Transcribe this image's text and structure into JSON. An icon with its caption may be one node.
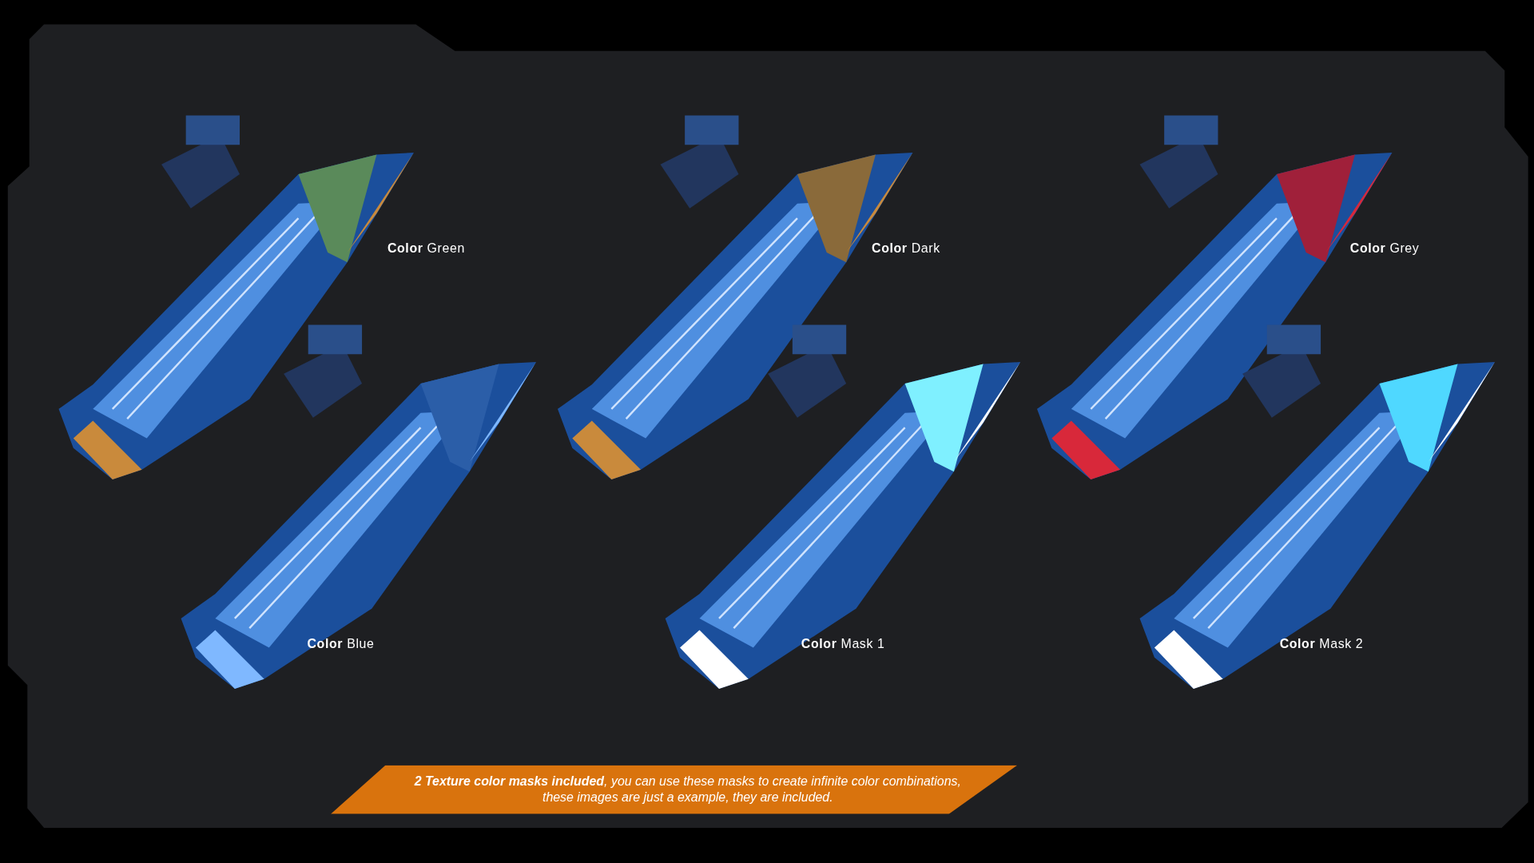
{
  "diagram": {
    "caption": "**2 Texture color masks included**, you can use these masks to create infinite color combinations, these images are just a example, they are included.",
    "labels": [
      "**Color** Green",
      "**Color** Dark",
      "**Color** Grey",
      "**Color** Blue",
      "**Color** Mask 1",
      "**Color** Mask 2"
    ]
  }
}
